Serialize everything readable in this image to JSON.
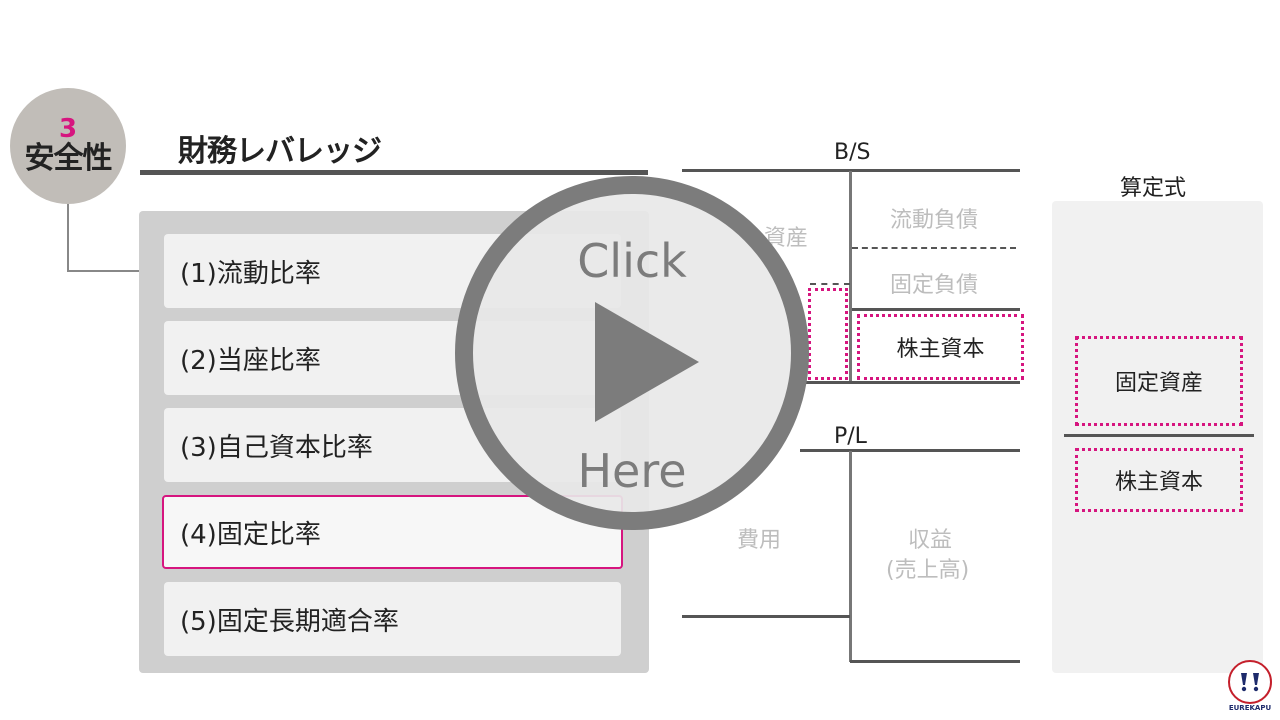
{
  "section": {
    "number": "3",
    "label": "安全性"
  },
  "title": "財務レバレッジ",
  "menu": [
    {
      "label": "(1)流動比率"
    },
    {
      "label": "(2)当座比率"
    },
    {
      "label": "(3)自己資本比率"
    },
    {
      "label": "(4)固定比率",
      "active": true
    },
    {
      "label": "(5)固定長期適合率"
    }
  ],
  "bs": {
    "heading": "B/S",
    "current_assets_partial": "資産",
    "current_liabilities": "流動負債",
    "fixed_liabilities": "固定負債",
    "equity": "株主資本"
  },
  "pl": {
    "heading": "P/L",
    "expenses": "費用",
    "revenue": "収益",
    "revenue_sub": "(売上高)"
  },
  "formula": {
    "heading": "算定式",
    "numerator": "固定資産",
    "denominator": "株主資本"
  },
  "overlay": {
    "top_text": "Click",
    "bottom_text": "Here"
  },
  "logo": {
    "text": "EUREKAPU"
  },
  "colors": {
    "accent": "#d6157f",
    "badge": "#c1bdb8",
    "panel": "#cfcfcf",
    "overlay": "#7c7c7c"
  }
}
